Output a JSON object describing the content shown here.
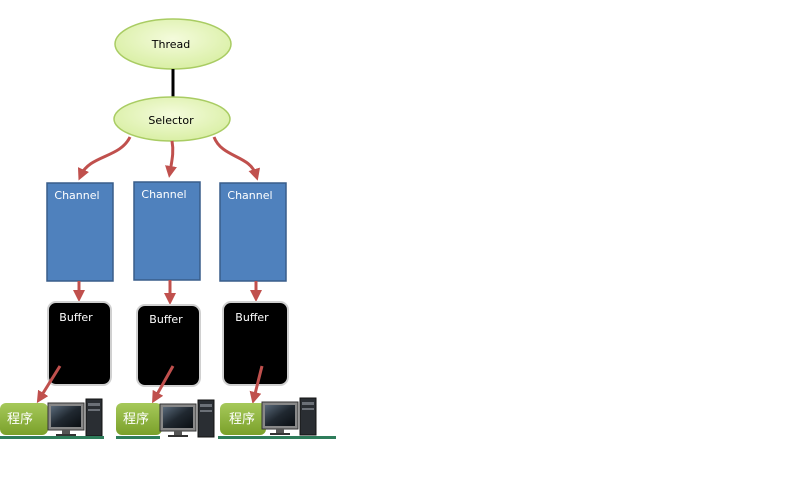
{
  "thread": {
    "label": "Thread"
  },
  "selector": {
    "label": "Selector"
  },
  "channels": [
    {
      "label": "Channel"
    },
    {
      "label": "Channel"
    },
    {
      "label": "Channel"
    }
  ],
  "buffers": [
    {
      "label": "Buffer"
    },
    {
      "label": "Buffer"
    },
    {
      "label": "Buffer"
    }
  ],
  "programs": [
    {
      "label": "程序",
      "icon": "computer-icon"
    },
    {
      "label": "程序",
      "icon": "computer-icon"
    },
    {
      "label": "程序",
      "icon": "computer-icon"
    }
  ],
  "colors": {
    "ellipse_fill": "#e4f5b4",
    "ellipse_stroke": "#a9cc63",
    "channel_fill": "#4f81bd",
    "channel_stroke": "#385d8a",
    "buffer_fill": "#000000",
    "arrow": "#c0504d",
    "program_tab": "#8db33a",
    "base_line": "#2e7d5b"
  }
}
